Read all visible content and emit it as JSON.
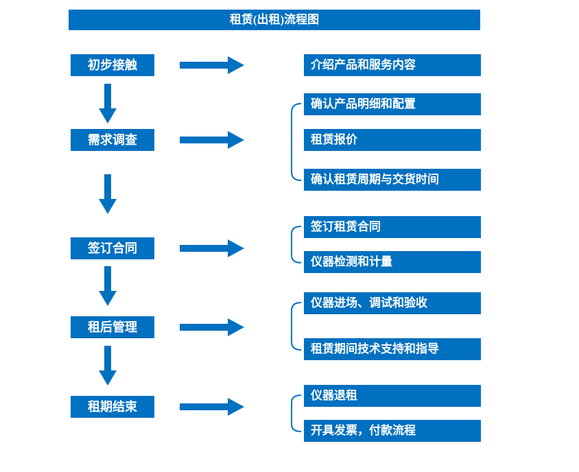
{
  "title": "租赁(出租)流程图",
  "colors": {
    "accent": "#0070C0",
    "text": "#FFFFFF",
    "background": "#FFFFFF"
  },
  "stages": [
    {
      "label": "初步接触",
      "outputs": [
        "介绍产品和服务内容"
      ]
    },
    {
      "label": "需求调查",
      "outputs": [
        "确认产品明细和配置",
        "租赁报价",
        "确认租赁周期与交货时间"
      ]
    },
    {
      "label": "签订合同",
      "outputs": [
        "签订租赁合同",
        "仪器检测和计量"
      ]
    },
    {
      "label": "租后管理",
      "outputs": [
        "仪器进场、调试和验收",
        "租赁期间技术支持和指导"
      ]
    },
    {
      "label": "租期结束",
      "outputs": [
        "仪器退租",
        "开具发票，付款流程"
      ]
    }
  ]
}
